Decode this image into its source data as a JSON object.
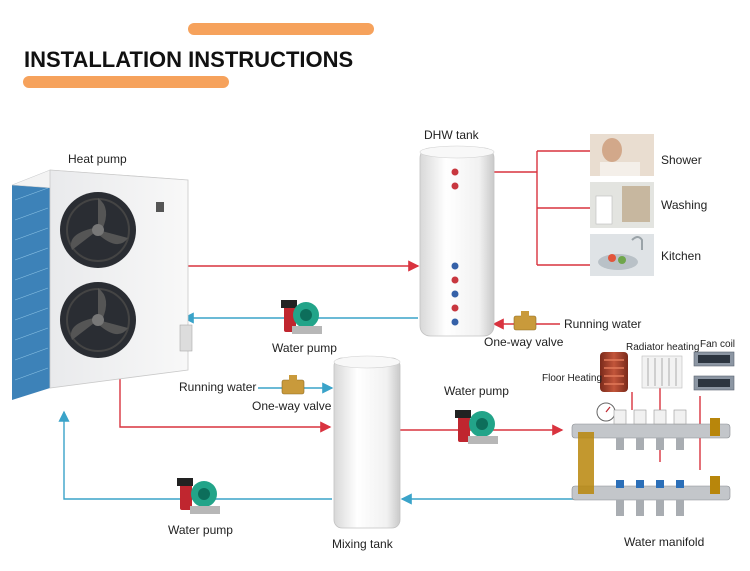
{
  "title": "INSTALLATION INSTRUCTIONS",
  "labels": {
    "heat_pump": "Heat pump",
    "dhw_tank": "DHW tank",
    "shower": "Shower",
    "washing": "Washing",
    "kitchen": "Kitchen",
    "running_water_top": "Running water",
    "one_way_valve_top": "One-way valve",
    "water_pump_top": "Water pump",
    "running_water_mid": "Running water",
    "one_way_valve_mid": "One-way valve",
    "water_pump_mid": "Water pump",
    "radiator_heating": "Radiator heating",
    "fan_coil": "Fan coil",
    "floor_heating": "Floor Heating",
    "water_pump_bottom": "Water pump",
    "mixing_tank": "Mixing tank",
    "water_manifold": "Water manifold"
  },
  "colors": {
    "accent_orange": "#f6a25c",
    "supply_red": "#d9333f",
    "return_blue": "#3aa3c9"
  }
}
